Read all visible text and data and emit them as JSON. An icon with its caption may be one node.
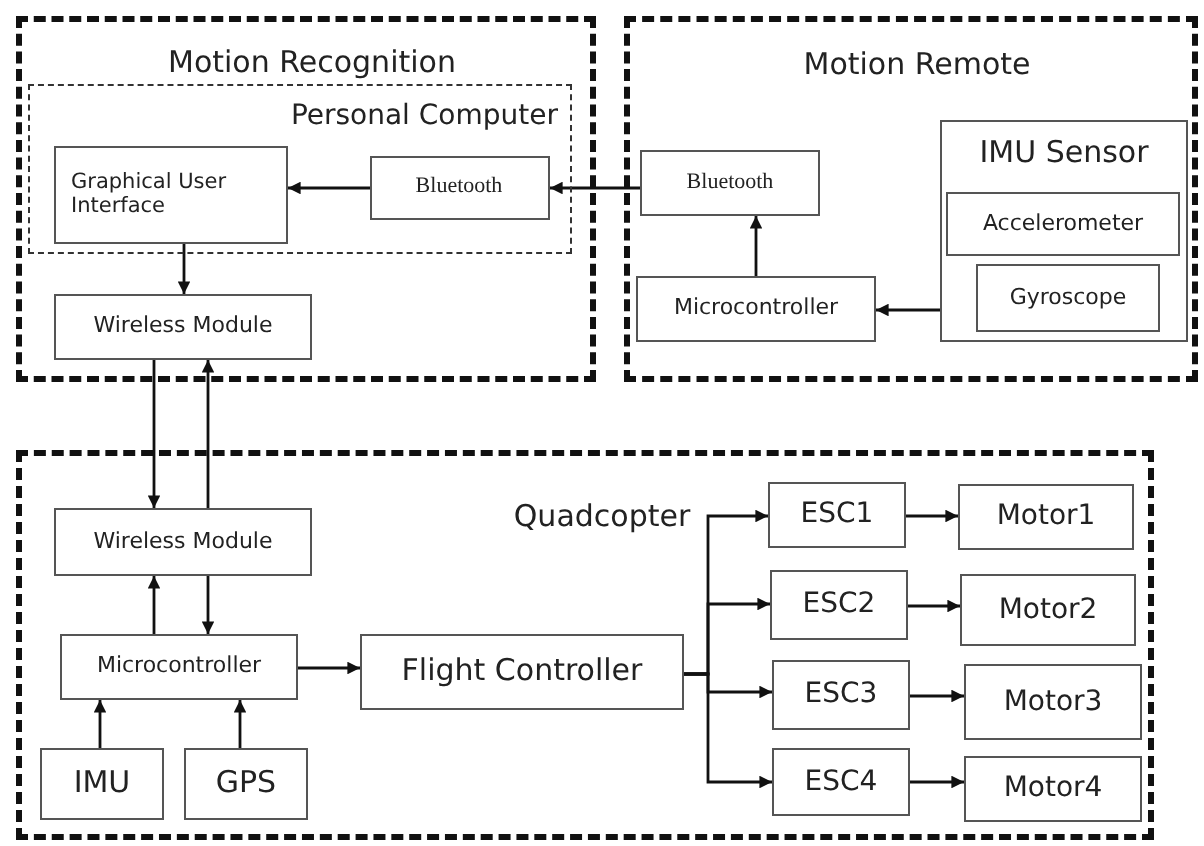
{
  "diagram": {
    "nodes": [
      {
        "text": [
          "Motion Recognition"
        ]
      },
      {
        "text": [
          "Personal Computer"
        ],
        "in": 0
      },
      {
        "text": [
          "Graphical User Interface"
        ],
        "in": 1
      },
      {
        "text": [
          "Bluetooth"
        ],
        "in": 1
      },
      {
        "text": [
          "Wireless Module"
        ],
        "in": 0
      },
      {
        "text": [
          "Motion Remote"
        ]
      },
      {
        "text": [
          "Bluetooth"
        ],
        "in": 5
      },
      {
        "text": [
          "Microcontroller"
        ],
        "in": 5
      },
      {
        "text": [
          "IMU Sensor"
        ],
        "in": 5
      },
      {
        "text": [
          "Accelerometer"
        ],
        "in": 8
      },
      {
        "text": [
          "Gyroscope"
        ],
        "in": 8
      },
      {
        "text": [
          "Quadcopter"
        ]
      },
      {
        "text": [
          "Wireless Module"
        ],
        "in": 11
      },
      {
        "text": [
          "Microcontroller"
        ],
        "in": 11
      },
      {
        "text": [
          "Flight Controller"
        ],
        "in": 11
      },
      {
        "text": [
          "IMU"
        ],
        "in": 11
      },
      {
        "text": [
          "GPS"
        ],
        "in": 11
      },
      {
        "text": [
          "ESC1"
        ],
        "in": 11
      },
      {
        "text": [
          "ESC2"
        ],
        "in": 11
      },
      {
        "text": [
          "ESC3"
        ],
        "in": 11
      },
      {
        "text": [
          "ESC4"
        ],
        "in": 11
      },
      {
        "text": [
          "Motor1"
        ],
        "in": 11
      },
      {
        "text": [
          "Motor2"
        ],
        "in": 11
      },
      {
        "text": [
          "Motor3"
        ],
        "in": 11
      },
      {
        "text": [
          "Motor4"
        ],
        "in": 11
      }
    ],
    "edges": [
      {
        "from": 3,
        "to": 2,
        "arrow": "to"
      },
      {
        "from": 6,
        "to": 3,
        "arrow": "to"
      },
      {
        "from": 2,
        "to": 4,
        "arrow": "to"
      },
      {
        "from": 4,
        "to": 12,
        "arrow": "to"
      },
      {
        "from": 12,
        "to": 4,
        "arrow": "to"
      },
      {
        "from": 7,
        "to": 6,
        "arrow": "to"
      },
      {
        "from": 8,
        "to": 7,
        "arrow": "to"
      },
      {
        "from": 13,
        "to": 12,
        "arrow": "to"
      },
      {
        "from": 12,
        "to": 13,
        "arrow": "to"
      },
      {
        "from": 15,
        "to": 13,
        "arrow": "to"
      },
      {
        "from": 16,
        "to": 13,
        "arrow": "to"
      },
      {
        "from": 13,
        "to": 14,
        "arrow": "to"
      },
      {
        "from": 14,
        "to": 17,
        "arrow": "to"
      },
      {
        "from": 14,
        "to": 18,
        "arrow": "to"
      },
      {
        "from": 14,
        "to": 19,
        "arrow": "to"
      },
      {
        "from": 14,
        "to": 20,
        "arrow": "to"
      },
      {
        "from": 17,
        "to": 21,
        "arrow": "to"
      },
      {
        "from": 18,
        "to": 22,
        "arrow": "to"
      },
      {
        "from": 19,
        "to": 23,
        "arrow": "to"
      },
      {
        "from": 20,
        "to": 24,
        "arrow": "to"
      }
    ]
  }
}
